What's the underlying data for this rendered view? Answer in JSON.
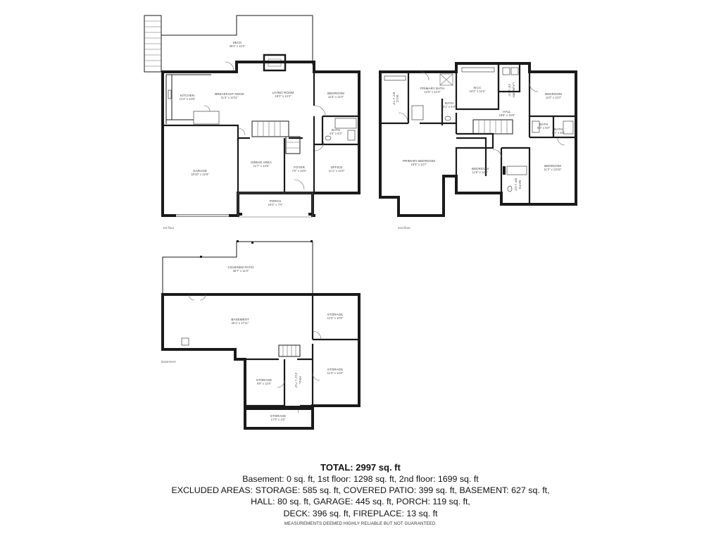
{
  "floors": {
    "first": {
      "label": "1st floor",
      "rooms": {
        "deck": {
          "name": "DECK",
          "dims": "38'4\" x 11'6\""
        },
        "kitchen": {
          "name": "KITCHEN",
          "dims": "11'4\" x 13'5\""
        },
        "breakfast_nook": {
          "name": "BREAKFAST NOOK",
          "dims": "11'4\" x 12'11\""
        },
        "living_room": {
          "name": "LIVING ROOM",
          "dims": "18'3\" x 14'4\""
        },
        "bedroom": {
          "name": "BEDROOM",
          "dims": "11'3\" x 11'0\""
        },
        "bath": {
          "name": "BATH",
          "dims": "4'5\" x 6'2\""
        },
        "garage": {
          "name": "GARAGE",
          "dims": "18'10\" x 22'6\""
        },
        "dining_area": {
          "name": "DINING AREA",
          "dims": "11'7\" x 14'5\""
        },
        "foyer": {
          "name": "FOYER",
          "dims": "7'0\" x 13'0\""
        },
        "office": {
          "name": "OFFICE",
          "dims": "11'1\" x 12'0\""
        },
        "porch": {
          "name": "PORCH",
          "dims": "19'3\" x 7'0\""
        }
      }
    },
    "second": {
      "label": "2nd floor",
      "rooms": {
        "wic_a": {
          "name": "W.I.C",
          "dims": "8'2\" x 7'3\""
        },
        "primary_bath": {
          "name": "PRIMARY BATH",
          "dims": "12'0\" x 12'3\""
        },
        "bath_small": {
          "name": "BATH",
          "dims": "3'1\" x 5'3\""
        },
        "wic_b": {
          "name": "W.I.C",
          "dims": "10'4\" x 11'5\""
        },
        "laundry": {
          "name": "LAUNDRY",
          "dims": "6'5\" x 6'4\""
        },
        "bedroom_ne": {
          "name": "BEDROOM",
          "dims": "11'0\" x 11'0\""
        },
        "hall": {
          "name": "HALL",
          "dims": "18'9\" x 15'8\""
        },
        "bath_a": {
          "name": "BATH",
          "dims": "5'0\" x 5'0\""
        },
        "bath_b": {
          "name": "BATH",
          "dims": "5'1\" x 5'0\""
        },
        "primary_bedroom": {
          "name": "PRIMARY BEDROOM",
          "dims": "19'0\" x 23'7\""
        },
        "bedroom_mid": {
          "name": "BEDROOM",
          "dims": "11'6\" x 14'5\""
        },
        "bath_c": {
          "name": "BATH",
          "dims": "8'8\" x 6'0\""
        },
        "bedroom_se": {
          "name": "BEDROOM",
          "dims": "11'3\" x 13'10\""
        }
      }
    },
    "basement": {
      "label": "Basement",
      "rooms": {
        "covered_patio": {
          "name": "COVERED PATIO",
          "dims": "38'7\" x 11'0\""
        },
        "basement": {
          "name": "BASEMENT",
          "dims": "36'1\" x 17'11\""
        },
        "storage_ne": {
          "name": "STORAGE",
          "dims": "11'3\" x 10'6\""
        },
        "storage_se": {
          "name": "STORAGE",
          "dims": "11'3\" x 14'8\""
        },
        "storage_sw": {
          "name": "STORAGE",
          "dims": "9'9\" x 11'6\""
        },
        "hall": {
          "name": "HALL",
          "dims": "3'11\" x 7'11\""
        },
        "storage_s": {
          "name": "STORAGE",
          "dims": "17'0\" x 4'6\""
        }
      }
    }
  },
  "summary": {
    "total": "TOTAL: 2997 sq. ft",
    "line1": "Basement: 0 sq. ft, 1st floor: 1298 sq. ft, 2nd floor: 1699 sq. ft",
    "line2": "EXCLUDED AREAS: STORAGE: 585 sq. ft, COVERED PATIO: 399 sq. ft, BASEMENT: 627 sq. ft,",
    "line3": "HALL: 80 sq. ft, GARAGE: 445 sq. ft, PORCH: 119 sq. ft,",
    "line4": "DECK: 396 sq. ft, FIREPLACE: 13 sq. ft",
    "disclaimer": "MEASUREMENTS DEEMED HIGHLY RELIABLE BUT NOT GUARANTEED."
  }
}
